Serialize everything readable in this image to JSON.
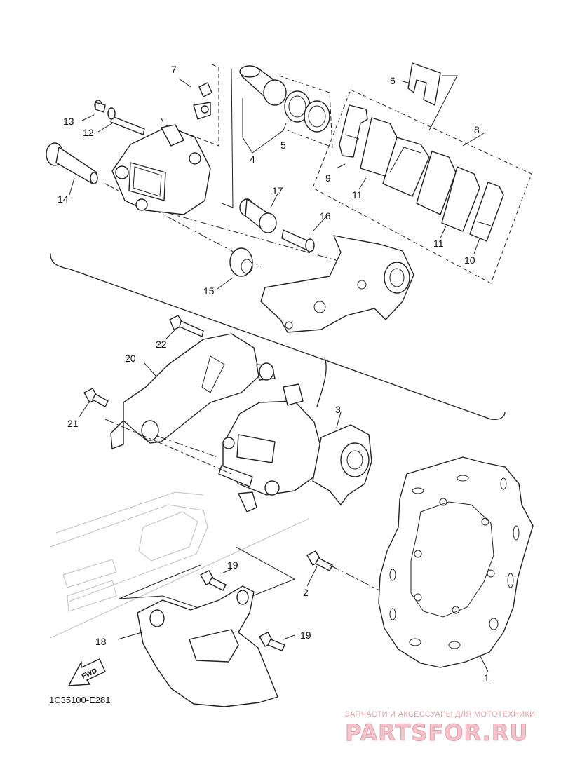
{
  "diagram": {
    "callouts": [
      {
        "id": "1",
        "text": "1"
      },
      {
        "id": "2",
        "text": "2"
      },
      {
        "id": "3",
        "text": "3"
      },
      {
        "id": "4",
        "text": "4"
      },
      {
        "id": "5",
        "text": "5"
      },
      {
        "id": "6",
        "text": "6"
      },
      {
        "id": "7",
        "text": "7"
      },
      {
        "id": "8",
        "text": "8"
      },
      {
        "id": "9",
        "text": "9"
      },
      {
        "id": "10",
        "text": "10"
      },
      {
        "id": "11a",
        "text": "11"
      },
      {
        "id": "11b",
        "text": "11"
      },
      {
        "id": "12",
        "text": "12"
      },
      {
        "id": "13",
        "text": "13"
      },
      {
        "id": "14",
        "text": "14"
      },
      {
        "id": "15",
        "text": "15"
      },
      {
        "id": "16",
        "text": "16"
      },
      {
        "id": "17",
        "text": "17"
      },
      {
        "id": "18",
        "text": "18"
      },
      {
        "id": "19a",
        "text": "19"
      },
      {
        "id": "19b",
        "text": "19"
      },
      {
        "id": "20",
        "text": "20"
      },
      {
        "id": "21",
        "text": "21"
      },
      {
        "id": "22",
        "text": "22"
      }
    ],
    "diagram_code": "1C35100-E281",
    "fwd_label": "FWD"
  },
  "watermark": {
    "tagline": "ЗАПЧАСТИ И АКСЕССУАРЫ ДЛЯ МОТОТЕХНИКИ",
    "brand": "PARTSFOR.RU",
    "color": "#e39aa7"
  }
}
